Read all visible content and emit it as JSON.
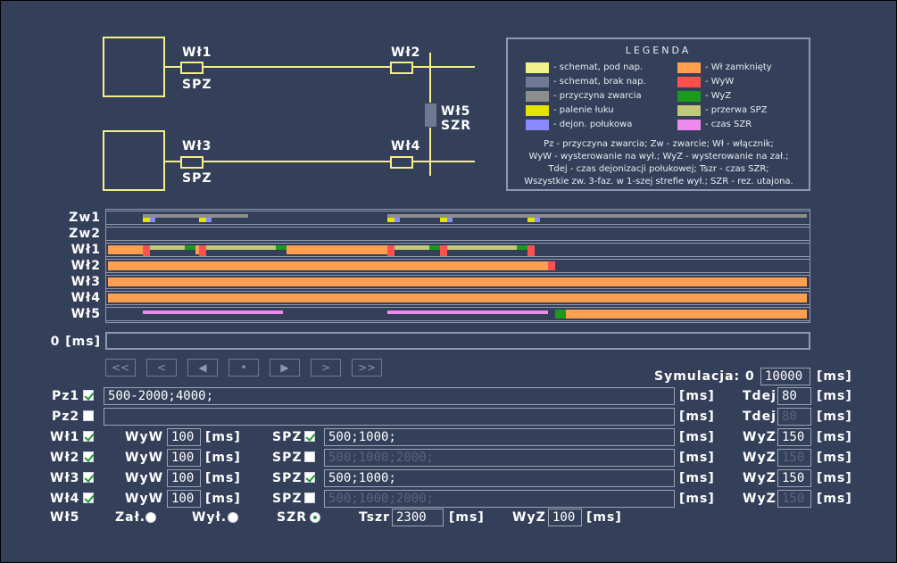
{
  "diagram": {
    "wl1": "Wł1",
    "spz1": "SPZ",
    "wl2": "Wł2",
    "wl3": "Wł3",
    "spz3": "SPZ",
    "wl4": "Wł4",
    "wl5": "Wł5",
    "szr": "SZR",
    "line_color": "#f4ef8a",
    "breaker5_color": "#6f7a92"
  },
  "legend": {
    "title": "LEGENDA",
    "left": [
      {
        "color": "#f2f08a",
        "text": "- schemat, pod nap."
      },
      {
        "color": "#6f7a92",
        "text": "- schemat, brak nap."
      },
      {
        "color": "#8d8d8d",
        "text": "- przyczyna zwarcia"
      },
      {
        "color": "#e4e400",
        "text": "- palenie łuku"
      },
      {
        "color": "#8a8aff",
        "text": "- dejon. połukowa"
      }
    ],
    "right": [
      {
        "color": "#ff9f4f",
        "text": "- Wł zamknięty"
      },
      {
        "color": "#ff5050",
        "text": "- WyW"
      },
      {
        "color": "#1b9a1b",
        "text": "- WyZ"
      },
      {
        "color": "#c2c97a",
        "text": "- przerwa SPZ"
      },
      {
        "color": "#ee8aee",
        "text": "- czas SZR"
      }
    ],
    "notes": [
      "Pz - przyczyna zwarcia; Zw - zwarcie; Wł - włącznik;",
      "WyW - wysterowanie na wył.; WyZ - wysterowanie na zał.;",
      "Tdej - czas dejonizacji połukowej; Tszr - czas SZR;",
      "Wszystkie zw. 3-faz. w 1-szej strefie wył.; SZR - rez. utajona."
    ]
  },
  "timeline": {
    "rows": [
      "Zw1",
      "Zw2",
      "Wł1",
      "Wł2",
      "Wł3",
      "Wł4",
      "Wł5"
    ],
    "time_label": "0 [ms]",
    "sim_max_ms": 10000
  },
  "chart_data": {
    "type": "gantt",
    "x_unit": "ms",
    "xlim": [
      0,
      10000
    ],
    "tracks": [
      {
        "name": "Zw1",
        "segments": [
          {
            "start": 500,
            "end": 2000,
            "state": "przyczyna zwarcia"
          },
          {
            "start": 500,
            "end": 600,
            "state": "palenie łuku"
          },
          {
            "start": 600,
            "end": 680,
            "state": "dejon. połukowa"
          },
          {
            "start": 1300,
            "end": 1400,
            "state": "palenie łuku"
          },
          {
            "start": 1400,
            "end": 1480,
            "state": "dejon. połukowa"
          },
          {
            "start": 4000,
            "end": 10000,
            "state": "przyczyna zwarcia"
          },
          {
            "start": 4000,
            "end": 4100,
            "state": "palenie łuku"
          },
          {
            "start": 4100,
            "end": 4180,
            "state": "dejon. połukowa"
          },
          {
            "start": 4750,
            "end": 4850,
            "state": "palenie łuku"
          },
          {
            "start": 4850,
            "end": 4930,
            "state": "dejon. połukowa"
          },
          {
            "start": 6000,
            "end": 6100,
            "state": "palenie łuku"
          },
          {
            "start": 6100,
            "end": 6180,
            "state": "dejon. połukowa"
          }
        ]
      },
      {
        "name": "Zw2",
        "segments": []
      },
      {
        "name": "Wł1",
        "segments": [
          {
            "start": 0,
            "end": 600,
            "state": "Wł zamknięty"
          },
          {
            "start": 500,
            "end": 600,
            "state": "WyW"
          },
          {
            "start": 600,
            "end": 1100,
            "state": "przerwa SPZ"
          },
          {
            "start": 1100,
            "end": 1250,
            "state": "WyZ"
          },
          {
            "start": 1250,
            "end": 1400,
            "state": "Wł zamknięty"
          },
          {
            "start": 1300,
            "end": 1400,
            "state": "WyW"
          },
          {
            "start": 1400,
            "end": 2400,
            "state": "przerwa SPZ"
          },
          {
            "start": 2400,
            "end": 2550,
            "state": "WyZ"
          },
          {
            "start": 2550,
            "end": 4100,
            "state": "Wł zamknięty"
          },
          {
            "start": 4000,
            "end": 4100,
            "state": "WyW"
          },
          {
            "start": 4100,
            "end": 4600,
            "state": "przerwa SPZ"
          },
          {
            "start": 4600,
            "end": 4750,
            "state": "WyZ"
          },
          {
            "start": 4750,
            "end": 4850,
            "state": "Wł zamknięty"
          },
          {
            "start": 4750,
            "end": 4850,
            "state": "WyW"
          },
          {
            "start": 4850,
            "end": 5850,
            "state": "przerwa SPZ"
          },
          {
            "start": 5850,
            "end": 6000,
            "state": "WyZ"
          },
          {
            "start": 6000,
            "end": 6100,
            "state": "Wł zamknięty"
          },
          {
            "start": 6000,
            "end": 6100,
            "state": "WyW"
          }
        ]
      },
      {
        "name": "Wł2",
        "segments": [
          {
            "start": 0,
            "end": 6400,
            "state": "Wł zamknięty"
          },
          {
            "start": 6300,
            "end": 6400,
            "state": "WyW"
          }
        ]
      },
      {
        "name": "Wł3",
        "segments": [
          {
            "start": 0,
            "end": 10000,
            "state": "Wł zamknięty"
          }
        ]
      },
      {
        "name": "Wł4",
        "segments": [
          {
            "start": 0,
            "end": 10000,
            "state": "Wł zamknięty"
          }
        ]
      },
      {
        "name": "Wł5",
        "segments": [
          {
            "start": 500,
            "end": 2500,
            "state": "czas SZR"
          },
          {
            "start": 4000,
            "end": 6300,
            "state": "czas SZR"
          },
          {
            "start": 6400,
            "end": 6550,
            "state": "WyZ"
          },
          {
            "start": 6550,
            "end": 10000,
            "state": "Wł zamknięty"
          }
        ]
      }
    ],
    "state_colors": {
      "przyczyna zwarcia": "#8d8d8d",
      "palenie łuku": "#e4e400",
      "dejon. połukowa": "#8a8aff",
      "Wł zamknięty": "#ff9f4f",
      "WyW": "#ff5050",
      "WyZ": "#1b9a1b",
      "przerwa SPZ": "#c2c97a",
      "czas SZR": "#ee8aee"
    }
  },
  "nav": [
    "<<",
    "<",
    "◀",
    "•",
    "▶",
    ">",
    ">>"
  ],
  "sim": {
    "label": "Symulacja: 0 -",
    "value": "10000",
    "unit": "[ms]"
  },
  "pz1": {
    "label": "Pz1",
    "checked": true,
    "value": "500-2000;4000;",
    "unit": "[ms]",
    "tdej_label": "Tdej",
    "tdej": "80",
    "tdej_unit": "[ms]"
  },
  "pz2": {
    "label": "Pz2",
    "checked": false,
    "value": "",
    "unit": "[ms]",
    "tdej_label": "Tdej",
    "tdej": "80",
    "tdej_unit": "[ms]"
  },
  "breakers": [
    {
      "label": "Wł1",
      "checked": true,
      "wyw_label": "WyW",
      "wyw": "100",
      "wyw_unit": "[ms]",
      "spz_label": "SPZ",
      "spz_checked": true,
      "spz": "500;1000;",
      "spz_unit": "[ms]",
      "wyz_label": "WyZ",
      "wyz": "150",
      "wyz_unit": "[ms]"
    },
    {
      "label": "Wł2",
      "checked": true,
      "wyw_label": "WyW",
      "wyw": "100",
      "wyw_unit": "[ms]",
      "spz_label": "SPZ",
      "spz_checked": false,
      "spz": "500;1000;2000;",
      "spz_unit": "[ms]",
      "wyz_label": "WyZ",
      "wyz": "150",
      "wyz_unit": "[ms]"
    },
    {
      "label": "Wł3",
      "checked": true,
      "wyw_label": "WyW",
      "wyw": "100",
      "wyw_unit": "[ms]",
      "spz_label": "SPZ",
      "spz_checked": true,
      "spz": "500;1000;",
      "spz_unit": "[ms]",
      "wyz_label": "WyZ",
      "wyz": "150",
      "wyz_unit": "[ms]"
    },
    {
      "label": "Wł4",
      "checked": true,
      "wyw_label": "WyW",
      "wyw": "100",
      "wyw_unit": "[ms]",
      "spz_label": "SPZ",
      "spz_checked": false,
      "spz": "500;1000;2000;",
      "spz_unit": "[ms]",
      "wyz_label": "WyZ",
      "wyz": "150",
      "wyz_unit": "[ms]"
    }
  ],
  "wl5": {
    "label": "Wł5",
    "zal_label": "Zał.",
    "wyl_label": "Wył.",
    "szr_label": "SZR",
    "tszr_label": "Tszr",
    "tszr": "2300",
    "tszr_unit": "[ms]",
    "wyz_label": "WyZ",
    "wyz": "100",
    "wyz_unit": "[ms]",
    "mode": "SZR"
  }
}
